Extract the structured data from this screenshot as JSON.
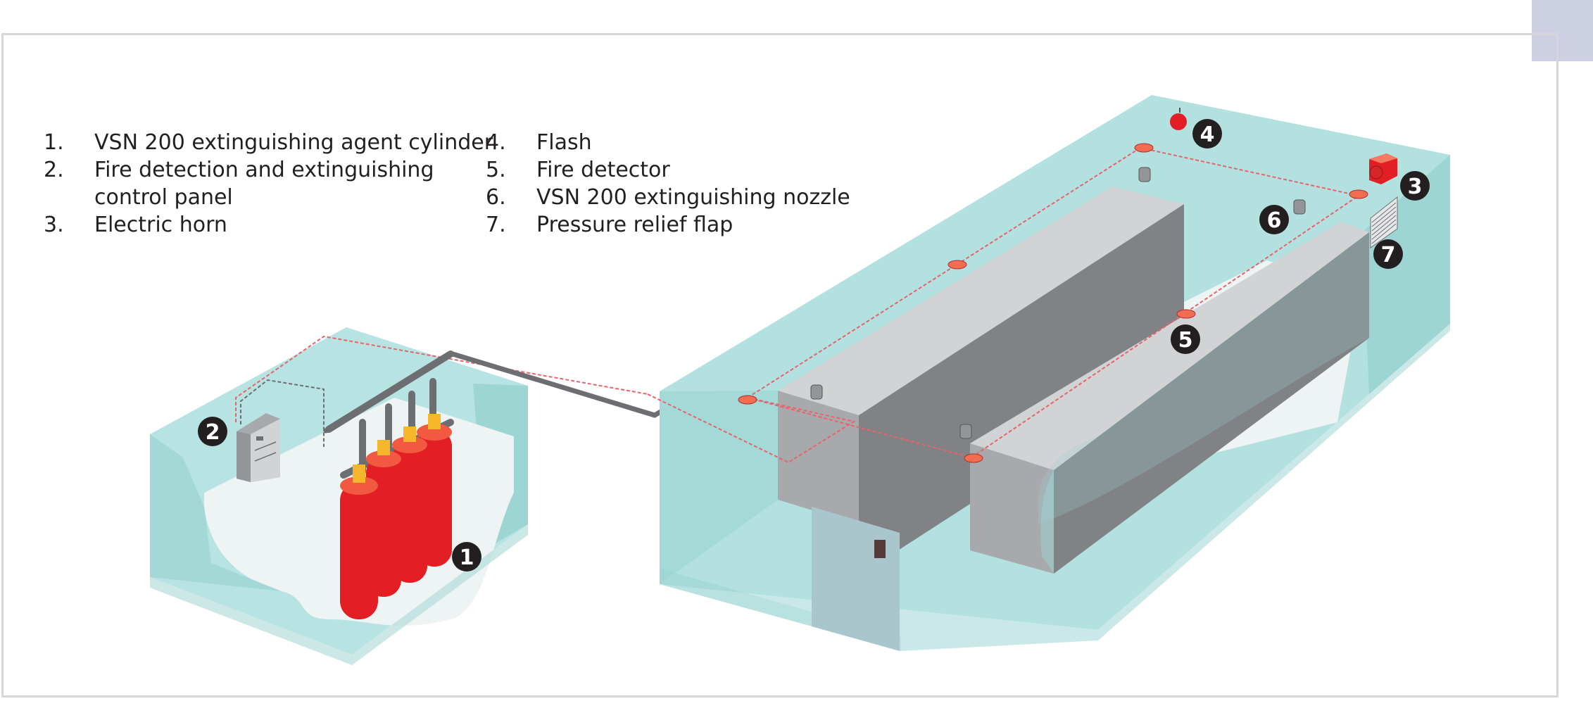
{
  "legend": {
    "items": [
      {
        "num": "1.",
        "text": "VSN 200 extinguishing agent cylinder"
      },
      {
        "num": "2.",
        "text": "Fire detection and extinguishing\ncontrol panel"
      },
      {
        "num": "3.",
        "text": "Electric horn"
      },
      {
        "num": "4.",
        "text": "Flash"
      },
      {
        "num": "5.",
        "text": "Fire detector"
      },
      {
        "num": "6.",
        "text": "VSN 200 extinguishing nozzle"
      },
      {
        "num": "7.",
        "text": "Pressure relief flap"
      }
    ]
  },
  "callouts": [
    "1",
    "2",
    "3",
    "4",
    "5",
    "6",
    "7"
  ],
  "colors": {
    "room_glass": "#b3e1e0",
    "room_side": "#9dd5d3",
    "cylinder_red": "#e31e24",
    "valve_yellow": "#f7b52c",
    "pipe_gray": "#6d6e71",
    "block_light": "#d1d3d4",
    "block_dark": "#808285",
    "detector_orange": "#f26d4f",
    "signal_line": "#e8636a",
    "callout_black": "#231f20",
    "frame_border": "#d5d6d9",
    "corner_tab": "#cdd0e2"
  }
}
